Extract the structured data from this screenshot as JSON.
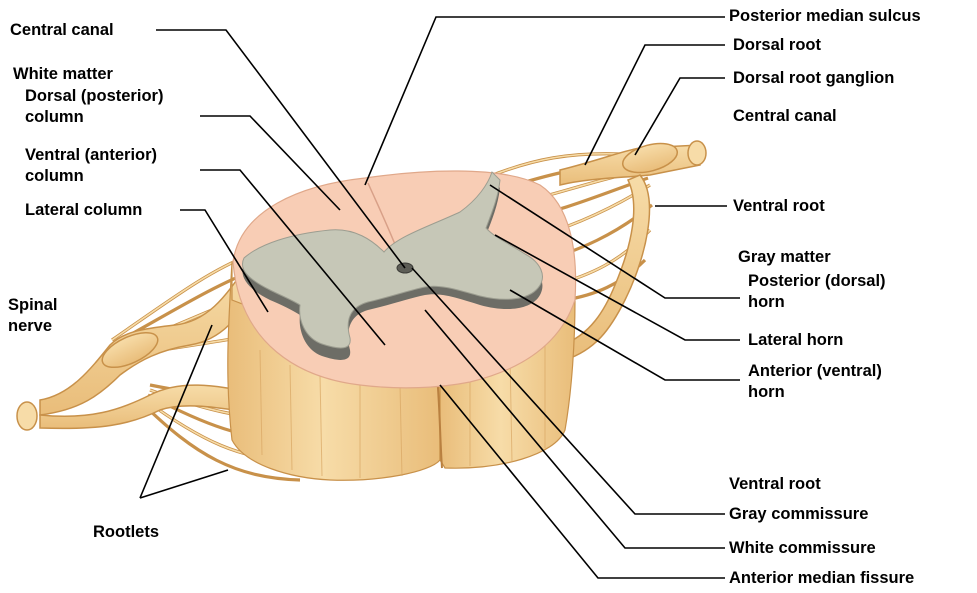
{
  "colors": {
    "tissue_light": "#f7dca8",
    "tissue_mid": "#e9bd7a",
    "tissue_dark": "#c8914a",
    "white_matter": "#f8cdb5",
    "gray_matter": "#c6c7b7",
    "gray_shadow": "#6d6d66",
    "leader": "#000000"
  },
  "labels": {
    "central_canal_left": "Central canal",
    "white_matter": "White matter",
    "dorsal_column_1": "Dorsal (posterior)",
    "dorsal_column_2": "column",
    "ventral_column_1": "Ventral (anterior)",
    "ventral_column_2": "column",
    "lateral_column": "Lateral column",
    "spinal_nerve_1": "Spinal",
    "spinal_nerve_2": "nerve",
    "rootlets": "Rootlets",
    "posterior_median_sulcus": "Posterior median sulcus",
    "dorsal_root": "Dorsal root",
    "dorsal_root_ganglion": "Dorsal root ganglion",
    "central_canal_right": "Central canal",
    "ventral_root_upper": "Ventral root",
    "gray_matter": "Gray matter",
    "posterior_horn_1": "Posterior (dorsal)",
    "posterior_horn_2": "horn",
    "lateral_horn": "Lateral horn",
    "anterior_horn_1": "Anterior (ventral)",
    "anterior_horn_2": "horn",
    "ventral_root_lower": "Ventral root",
    "gray_commissure": "Gray commissure",
    "white_commissure": "White commissure",
    "anterior_median_fissure": "Anterior median fissure"
  }
}
